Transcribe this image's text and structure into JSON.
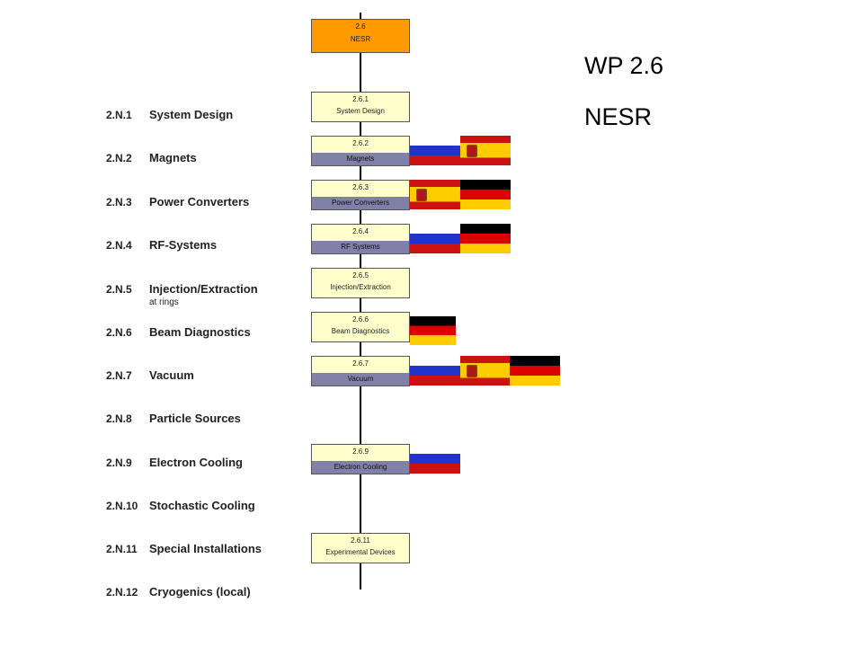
{
  "heading": {
    "line1": "WP 2.6",
    "line2": "NESR"
  },
  "top_box": {
    "code": "2.6",
    "label": "NESR"
  },
  "rows": [
    {
      "code": "2.N.1",
      "name": "System Design"
    },
    {
      "code": "2.N.2",
      "name": "Magnets"
    },
    {
      "code": "2.N.3",
      "name": "Power Converters"
    },
    {
      "code": "2.N.4",
      "name": "RF-Systems"
    },
    {
      "code": "2.N.5",
      "name": "Injection/Extraction",
      "sub": "at rings"
    },
    {
      "code": "2.N.6",
      "name": "Beam Diagnostics"
    },
    {
      "code": "2.N.7",
      "name": "Vacuum"
    },
    {
      "code": "2.N.8",
      "name": "Particle Sources"
    },
    {
      "code": "2.N.9",
      "name": "Electron Cooling"
    },
    {
      "code": "2.N.10",
      "name": "Stochastic Cooling"
    },
    {
      "code": "2.N.11",
      "name": "Special Installations"
    },
    {
      "code": "2.N.12",
      "name": "Cryogenics (local)"
    }
  ],
  "boxes": [
    {
      "code": "2.6.1",
      "label": "System Design"
    },
    {
      "code": "2.6.2",
      "label": "Magnets"
    },
    {
      "code": "2.6.3",
      "label": "Power Converters"
    },
    {
      "code": "2.6.4",
      "label": "RF Systems"
    },
    {
      "code": "2.6.5",
      "label": "Injection/Extraction"
    },
    {
      "code": "2.6.6",
      "label": "Beam Diagnostics"
    },
    {
      "code": "2.6.7",
      "label": "Vacuum"
    },
    {
      "code": "2.6.9",
      "label": "Electron Cooling"
    },
    {
      "code": "2.6.11",
      "label": "Experimental Devices"
    }
  ],
  "flags": {
    "magnets": [
      "russia-flag",
      "spain-flag"
    ],
    "power_converters": [
      "spain-flag",
      "germany-flag"
    ],
    "rf_systems": [
      "russia-flag",
      "germany-flag"
    ],
    "beam_diagnostics": [
      "germany-flag"
    ],
    "vacuum": [
      "russia-flag",
      "spain-flag",
      "germany-flag"
    ],
    "electron_cooling": [
      "russia-flag"
    ]
  },
  "colors": {
    "box_fill": "#ffffcc",
    "top_box_fill": "#ff9900",
    "label_band": "#8080a8"
  }
}
